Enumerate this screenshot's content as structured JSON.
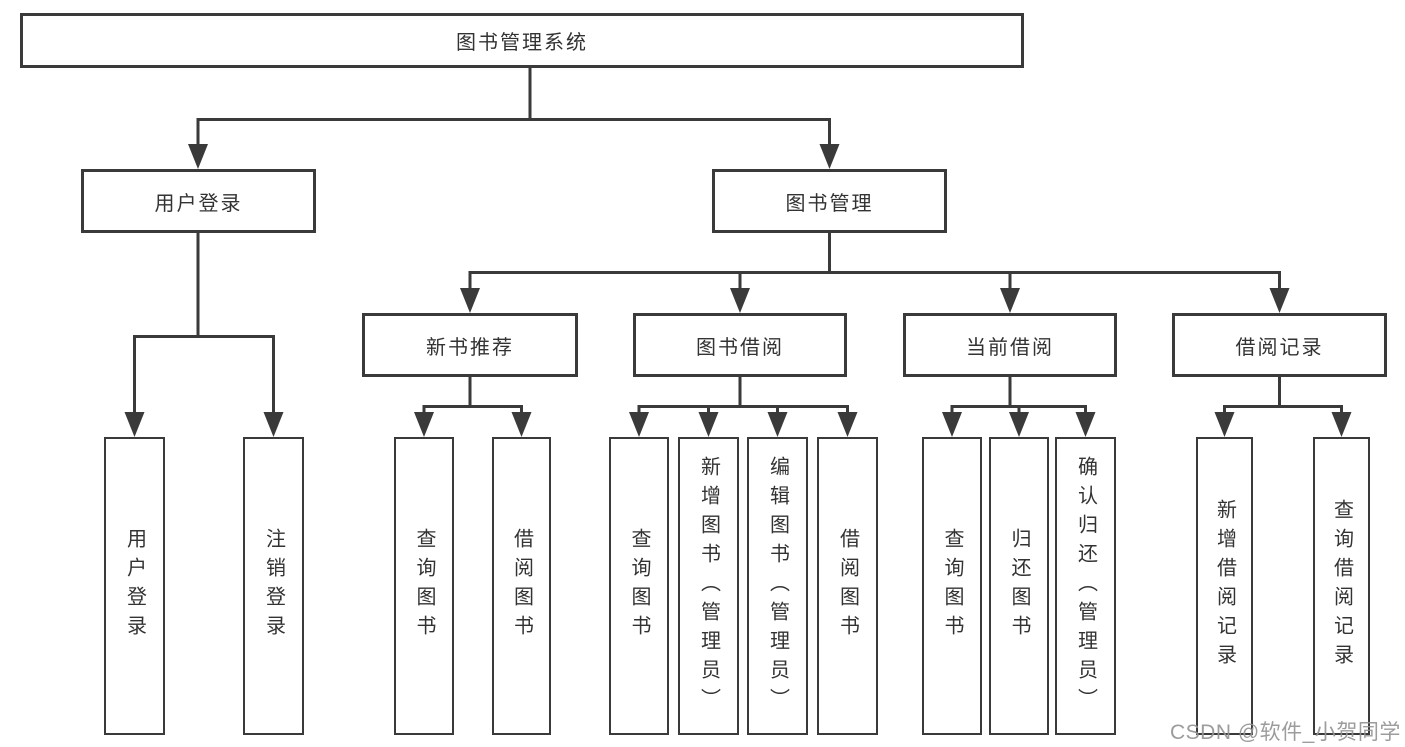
{
  "diagram": {
    "root": {
      "label": "图书管理系统"
    },
    "level2": [
      {
        "label": "用户登录"
      },
      {
        "label": "图书管理"
      }
    ],
    "level3": [
      {
        "label": "新书推荐"
      },
      {
        "label": "图书借阅"
      },
      {
        "label": "当前借阅"
      },
      {
        "label": "借阅记录"
      }
    ],
    "leaves": [
      {
        "label": "用户登录"
      },
      {
        "label": "注销登录"
      },
      {
        "label": "查询图书"
      },
      {
        "label": "借阅图书"
      },
      {
        "label": "查询图书"
      },
      {
        "label": "新增图书（管理员）"
      },
      {
        "label": "编辑图书（管理员）"
      },
      {
        "label": "借阅图书"
      },
      {
        "label": "查询图书"
      },
      {
        "label": "归还图书"
      },
      {
        "label": "确认归还（管理员）"
      },
      {
        "label": "新增借阅记录"
      },
      {
        "label": "查询借阅记录"
      }
    ],
    "structure": [
      {
        "parent": "图书管理系统",
        "children": [
          "用户登录",
          "图书管理"
        ]
      },
      {
        "parent": "用户登录",
        "children": [
          "用户登录",
          "注销登录"
        ]
      },
      {
        "parent": "图书管理",
        "children": [
          "新书推荐",
          "图书借阅",
          "当前借阅",
          "借阅记录"
        ]
      },
      {
        "parent": "新书推荐",
        "children": [
          "查询图书",
          "借阅图书"
        ]
      },
      {
        "parent": "图书借阅",
        "children": [
          "查询图书",
          "新增图书（管理员）",
          "编辑图书（管理员）",
          "借阅图书"
        ]
      },
      {
        "parent": "当前借阅",
        "children": [
          "查询图书",
          "归还图书",
          "确认归还（管理员）"
        ]
      },
      {
        "parent": "借阅记录",
        "children": [
          "新增借阅记录",
          "查询借阅记录"
        ]
      }
    ],
    "watermark": "CSDN @软件_小贺同学",
    "colors": {
      "line": "#3a3a3a",
      "text": "#333333",
      "background": "#ffffff",
      "watermark": "#949494"
    }
  }
}
